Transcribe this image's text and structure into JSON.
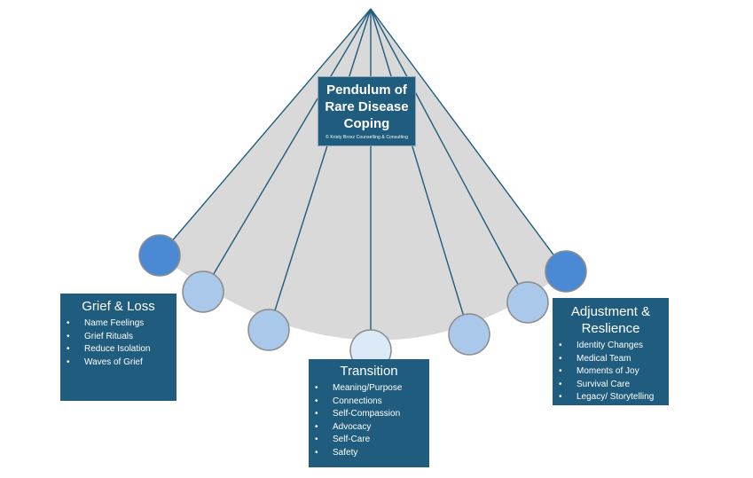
{
  "colors": {
    "box_fill": "#1f5c7d",
    "string": "#1f5c7d",
    "fan_fill": "#d9d9d9",
    "ball_outer": "#4a8ad4",
    "ball_mid": "#a9c8ea",
    "ball_center": "#dce9f6"
  },
  "title": {
    "heading": "Pendulum of Rare Disease Coping",
    "credit": "© Kristy Brosz Counselling & Consulting"
  },
  "grief": {
    "title": "Grief & Loss",
    "items": [
      "Name Feelings",
      "Grief Rituals",
      "Reduce Isolation",
      "Waves of Grief"
    ]
  },
  "transition": {
    "title": "Transition",
    "items": [
      "Meaning/Purpose",
      "Connections",
      "Self-Compassion",
      "Advocacy",
      "Self-Care",
      "Safety"
    ]
  },
  "adjustment": {
    "title": "Adjustment & Reslience",
    "items": [
      "Identity Changes",
      "Medical Team",
      "Moments of Joy",
      "Survival Care",
      "Legacy/ Storytelling"
    ]
  }
}
